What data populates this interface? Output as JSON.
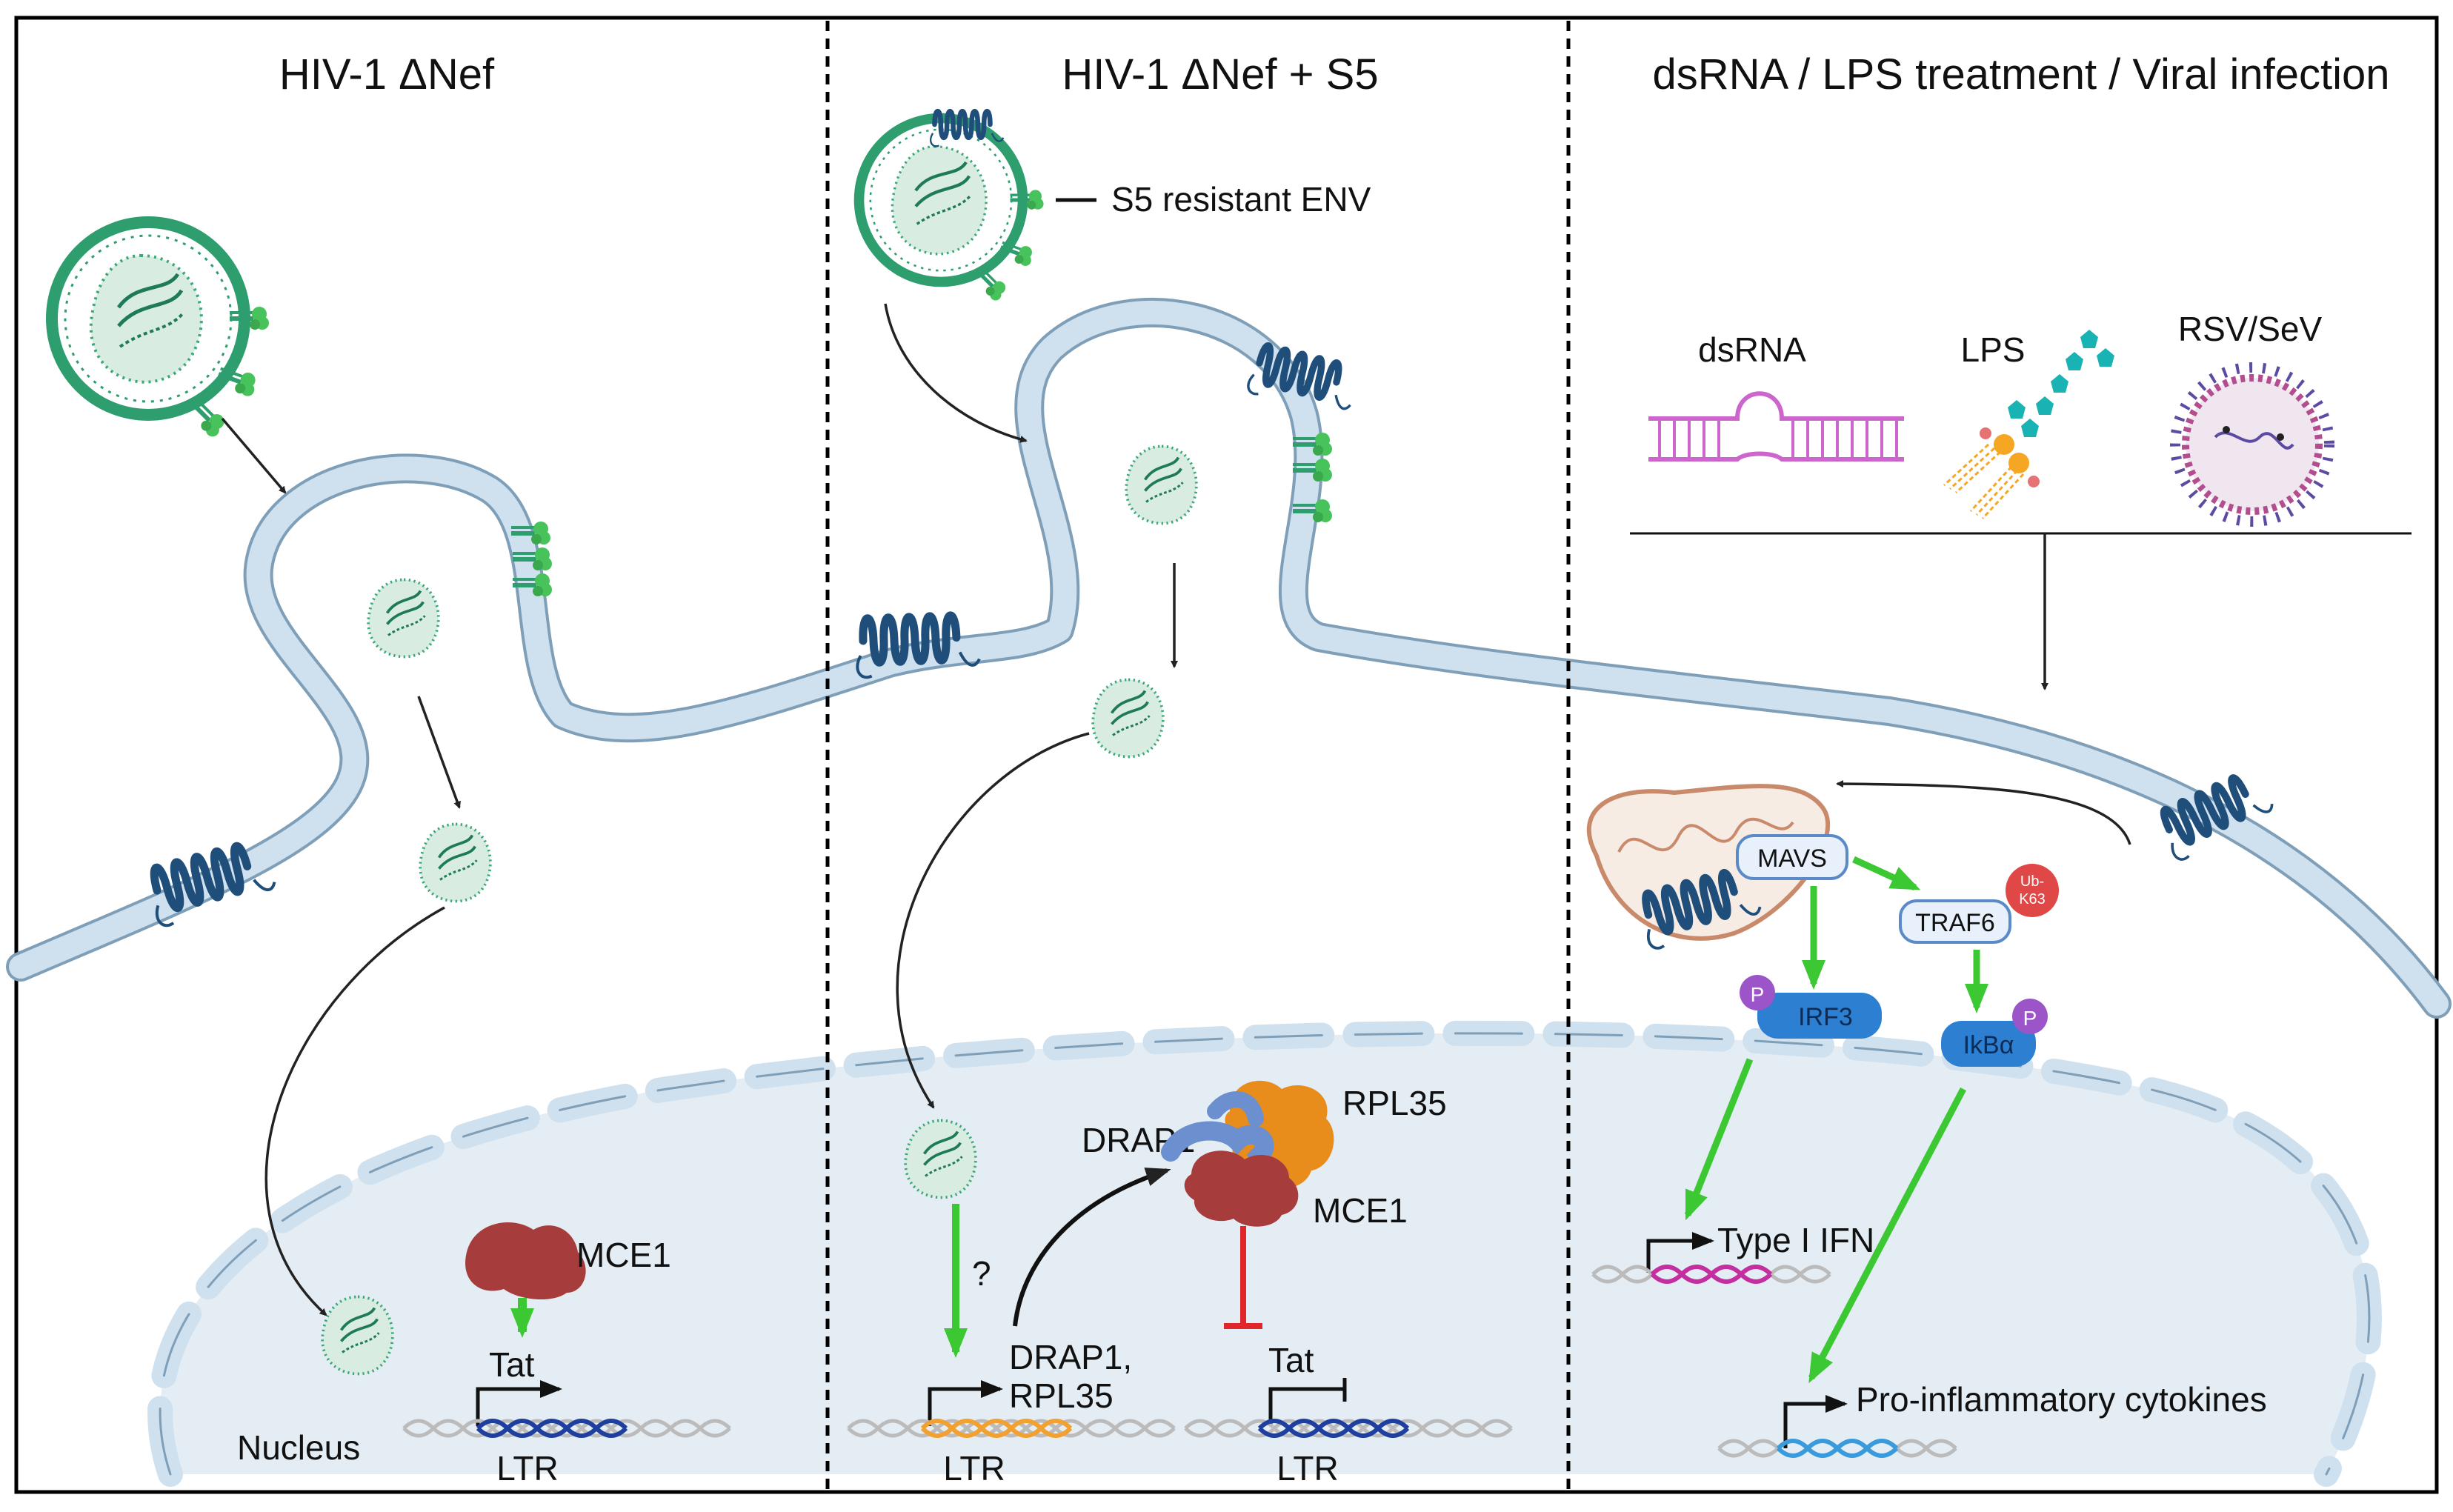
{
  "panels": [
    {
      "title": "HIV-1 ΔNef"
    },
    {
      "title": "HIV-1 ΔNef + S5"
    },
    {
      "title": "dsRNA / LPS treatment / Viral infection"
    }
  ],
  "panel1": {
    "nucleus_label": "Nucleus",
    "mce1": "MCE1",
    "tat": "Tat",
    "ltr": "LTR"
  },
  "panel2": {
    "env_label": "S5 resistant ENV",
    "drap1": "DRAP1",
    "rpl35": "RPL35",
    "mce1": "MCE1",
    "question": "?",
    "drap1_rpl35_line1": "DRAP1,",
    "drap1_rpl35_line2": "RPL35",
    "tat": "Tat",
    "ltr_left": "LTR",
    "ltr_right": "LTR"
  },
  "panel3": {
    "dsrna": "dsRNA",
    "lps": "LPS",
    "rsv": "RSV/SeV",
    "mavs": "MAVS",
    "traf6": "TRAF6",
    "ub_line1": "Ub-",
    "ub_line2": "K63",
    "irf3": "IRF3",
    "ikba": "IkBα",
    "p": "P",
    "type1ifn": "Type I IFN",
    "cytokines": "Pro-inflammatory cytokines"
  },
  "colors": {
    "membrane_fill": "#cfe0ee",
    "membrane_stroke": "#7f9fb8",
    "nucleus_fill": "#e4edf3",
    "virus_green": "#2e9e6e",
    "receptor_blue": "#1f4e7a",
    "arrow_green": "#3cc832",
    "inhibit_red": "#e0262b",
    "mce1_red": "#a63c3c",
    "rpl35_orange": "#e88c1c",
    "drap1_blue": "#6b8fcf",
    "dna_blue": "#1f3f9f",
    "dna_orange": "#f2a030",
    "dna_magenta": "#c42fa0",
    "dna_lightblue": "#3a9bdc",
    "dsrna_purple": "#cc66cc",
    "lps_teal": "#1ab3b3",
    "lps_orange": "#f5a623",
    "mito_stroke": "#c88a6a",
    "irf3_blue": "#2d7fd2",
    "phospho_purple": "#9b55c8",
    "ub_red": "#e04848"
  }
}
